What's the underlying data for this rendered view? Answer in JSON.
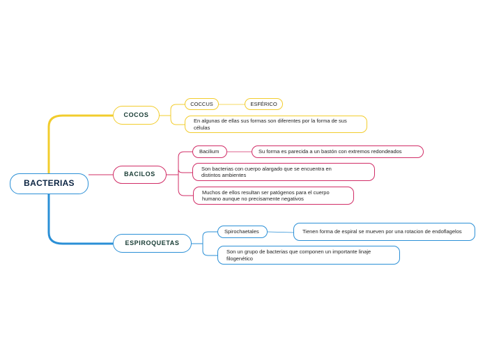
{
  "colors": {
    "cocos": "#f2cc2c",
    "bacilos": "#d12c66",
    "espiroquetas": "#2a8fd6"
  },
  "root": {
    "label": "BACTERIAS"
  },
  "cocos": {
    "label": "COCOS",
    "coccus": "COCCUS",
    "esferico": "ESFÉRICO",
    "desc": "En algunas de ellas sus formas son diferentes por la forma de sus células"
  },
  "bacilos": {
    "label": "BACILOS",
    "bacillum": "Bacilium",
    "forma": "Su forma es parecida a un bastón con extremos redondeados",
    "cuerpo": "Son bacterias con cuerpo alargado que se encuentra en distintos ambientes",
    "patogenos": "Muchos de ellos resultan ser patógenos para el cuerpo humano aunque no precisamente negativos"
  },
  "espiroquetas": {
    "label": "ESPIROQUETAS",
    "spirochaetales": "Spirochaetales",
    "espiral": "Tienen forma de espiral se mueven por una rotacion de endoflagelos",
    "linaje": "Son un grupo de bacterias que componen un importante linaje filogenético"
  }
}
